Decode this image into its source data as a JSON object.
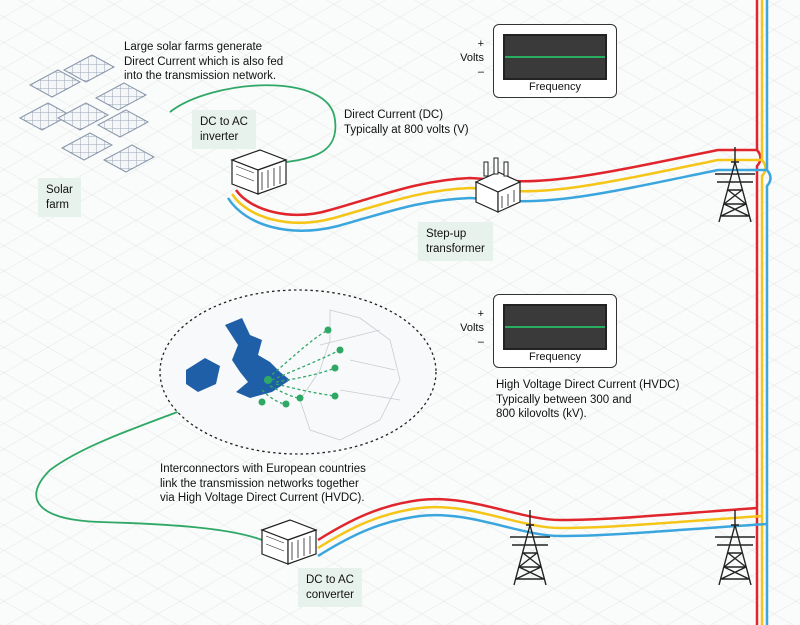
{
  "solar": {
    "description": "Large solar farms generate\nDirect Current which is also fed\ninto the transmission network.",
    "farm_label": "Solar\nfarm",
    "inverter_label": "DC to AC\ninverter",
    "dc_text": "Direct Current (DC)\nTypically at 800 volts (V)",
    "transformer_label": "Step-up\ntransformer"
  },
  "scope_top": {
    "plus": "+",
    "volts": "Volts",
    "minus": "–",
    "axis": "Frequency"
  },
  "scope_bottom": {
    "plus": "+",
    "volts": "Volts",
    "minus": "–",
    "axis": "Frequency"
  },
  "hvdc": {
    "text": "High Voltage Direct Current (HVDC)\nTypically between 300 and\n800 kilovolts (kV).",
    "interconnector_text": "Interconnectors with European countries\nlink the transmission networks together\nvia High Voltage Direct Current (HVDC).",
    "converter_label": "DC to AC\nconverter"
  },
  "colors": {
    "wire_red": "#e0262c",
    "wire_yellow": "#f5c518",
    "wire_blue": "#3aa6dd",
    "green_line": "#2fa866",
    "uk_blue": "#1f5fa8",
    "label_bg": "#e8f2ec"
  },
  "icons": {
    "solar_panel": "solar-panel-icon",
    "inverter": "inverter-cabinet-icon",
    "transformer": "transformer-icon",
    "pylon": "pylon-icon",
    "converter": "converter-cabinet-icon",
    "map": "europe-map-icon"
  }
}
